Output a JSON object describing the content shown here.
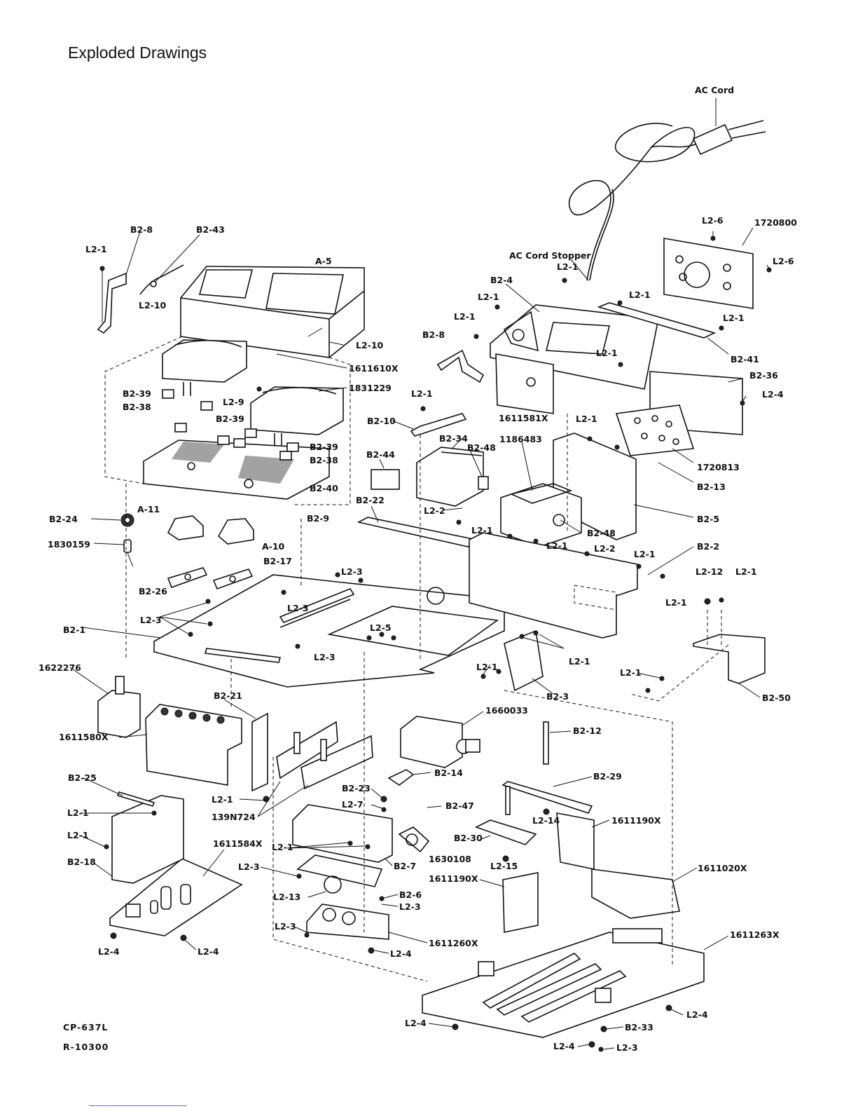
{
  "page": {
    "title": "Exploded Drawings"
  },
  "labels": {
    "ac_cord": "AC Cord",
    "ac_cord_stopper": "AC Cord Stopper",
    "p1720800": "1720800",
    "l2_6_top": "L2-6",
    "l2_6_right": "L2-6",
    "b2_8_left": "B2-8",
    "b2_43": "B2-43",
    "l2_1_a": "L2-1",
    "a_5": "A-5",
    "l2_10_a": "L2-10",
    "l2_10_b": "L2-10",
    "p1611610x": "1611610X",
    "p1831229": "1831229",
    "l2_9": "L2-9",
    "b2_39_a": "B2-39",
    "b2_38_a": "B2-38",
    "b2_39_b": "B2-39",
    "b2_39_c": "B2-39",
    "b2_38_b": "B2-38",
    "b2_40": "B2-40",
    "b2_9": "B2-9",
    "b2_4": "B2-4",
    "l2_1_b": "L2-1",
    "l2_1_c": "L2-1",
    "l2_1_d": "L2-1",
    "l2_1_e": "L2-1",
    "l2_1_f": "L2-1",
    "b2_8_mid": "B2-8",
    "b2_41": "B2-41",
    "b2_36": "B2-36",
    "l2_4_a": "L2-4",
    "p1611581x": "1611581X",
    "l2_1_g": "L2-1",
    "b2_10": "B2-10",
    "b2_34": "B2-34",
    "b2_48_a": "B2-48",
    "p1186483": "1186483",
    "l2_1_h": "L2-1",
    "p1720813": "1720813",
    "b2_13": "B2-13",
    "b2_44": "B2-44",
    "b2_22": "B2-22",
    "l2_2_a": "L2-2",
    "b2_5": "B2-5",
    "b2_48_b": "B2-48",
    "l2_1_i": "L2-1",
    "l2_1_j": "L2-1",
    "l2_2_b": "L2-2",
    "b2_2": "B2-2",
    "l2_1_k": "L2-1",
    "l2_12": "L2-12",
    "l2_1_l": "L2-1",
    "l2_1_m": "L2-1",
    "b2_24": "B2-24",
    "a_11": "A-11",
    "a_10": "A-10",
    "p1830159": "1830159",
    "b2_17": "B2-17",
    "b2_26": "B2-26",
    "l2_3_a": "L2-3",
    "l2_3_b": "L2-3",
    "l2_3_c": "L2-3",
    "l2_5": "L2-5",
    "l2_3_d": "L2-3",
    "b2_1": "B2-1",
    "l2_1_n": "L2-1",
    "l2_1_o": "L2-1",
    "b2_3": "B2-3",
    "l2_1_p": "L2-1",
    "b2_50": "B2-50",
    "p1622276": "1622276",
    "b2_21": "B2-21",
    "p1660033": "1660033",
    "b2_12": "B2-12",
    "p1611580x": "1611580X",
    "b2_29": "B2-29",
    "b2_14": "B2-14",
    "b2_23": "B2-23",
    "b2_25": "B2-25",
    "l2_1_q": "L2-1",
    "l2_7": "L2-7",
    "b2_47": "B2-47",
    "l2_14": "L2-14",
    "p1611190x_a": "1611190X",
    "l2_1_r": "L2-1",
    "p139n724": "139N724",
    "l2_1_s": "L2-1",
    "p1611584x": "1611584X",
    "b2_30": "B2-30",
    "l2_1_t": "L2-1",
    "b2_18": "B2-18",
    "p1630108": "1630108",
    "l2_15": "L2-15",
    "b2_7": "B2-7",
    "l2_3_e": "L2-3",
    "p1611020x": "1611020X",
    "p1611190x_b": "1611190X",
    "b2_6": "B2-6",
    "l2_13": "L2-13",
    "l2_3_f": "L2-3",
    "l2_3_g": "L2-3",
    "p1611260x": "1611260X",
    "p1611263x": "1611263X",
    "l2_4_b": "L2-4",
    "l2_4_c": "L2-4",
    "l2_4_d": "L2-4",
    "l2_4_e": "L2-4",
    "l2_4_f": "L2-4",
    "b2_33": "B2-33",
    "l2_4_g": "L2-4",
    "l2_3_h": "L2-3"
  },
  "footer": {
    "model": "CP-637L",
    "ref": "R-10300"
  }
}
